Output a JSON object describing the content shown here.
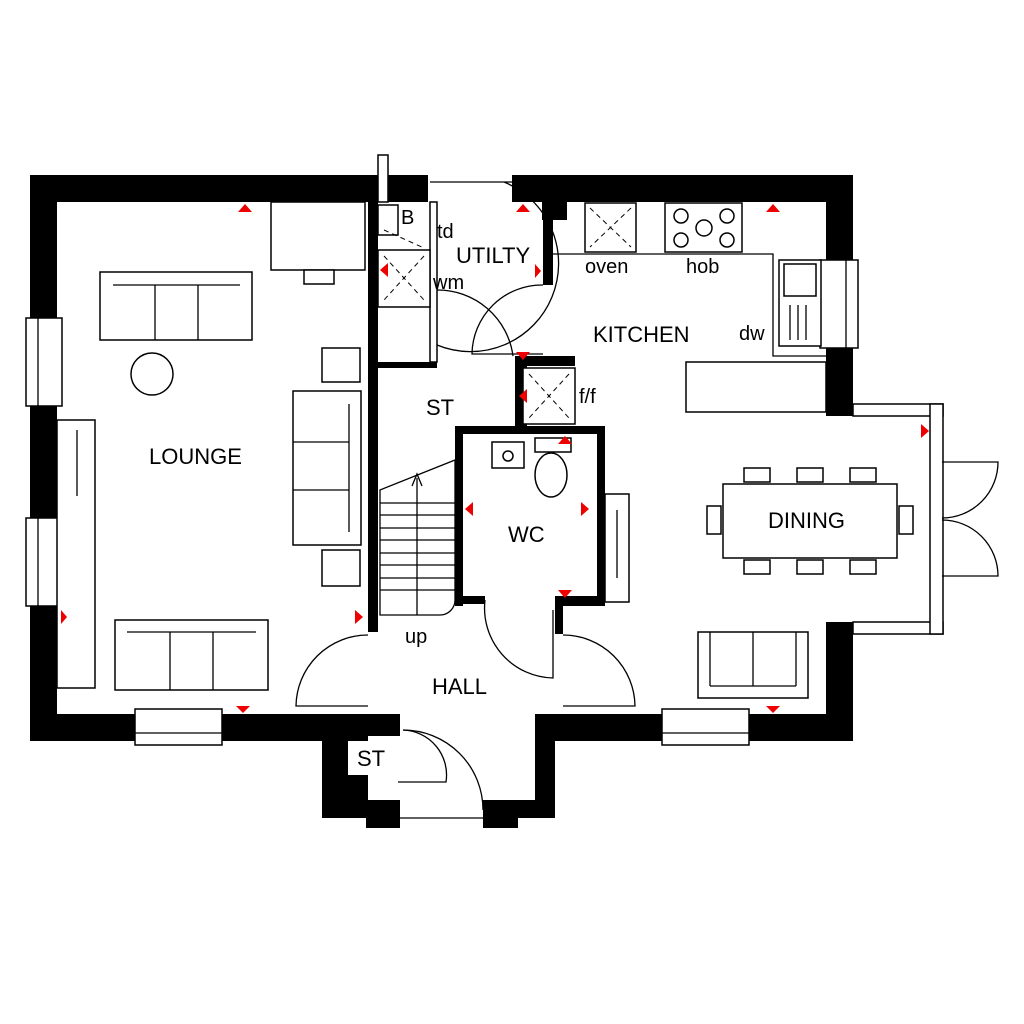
{
  "plan": {
    "rooms": {
      "lounge": "LOUNGE",
      "kitchen": "KITCHEN",
      "dining": "DINING",
      "utility": "UTILTY",
      "wc": "WC",
      "hall": "HALL",
      "store_upper": "ST",
      "store_lower": "ST"
    },
    "fixtures": {
      "boiler": "B",
      "tumble_dryer": "td",
      "washing_machine": "wm",
      "oven": "oven",
      "hob": "hob",
      "dishwasher": "dw",
      "fridge_freezer": "f/f",
      "stairs": "up"
    },
    "colors": {
      "wall": "#000000",
      "marker": "#ee0000",
      "background": "#ffffff"
    }
  }
}
